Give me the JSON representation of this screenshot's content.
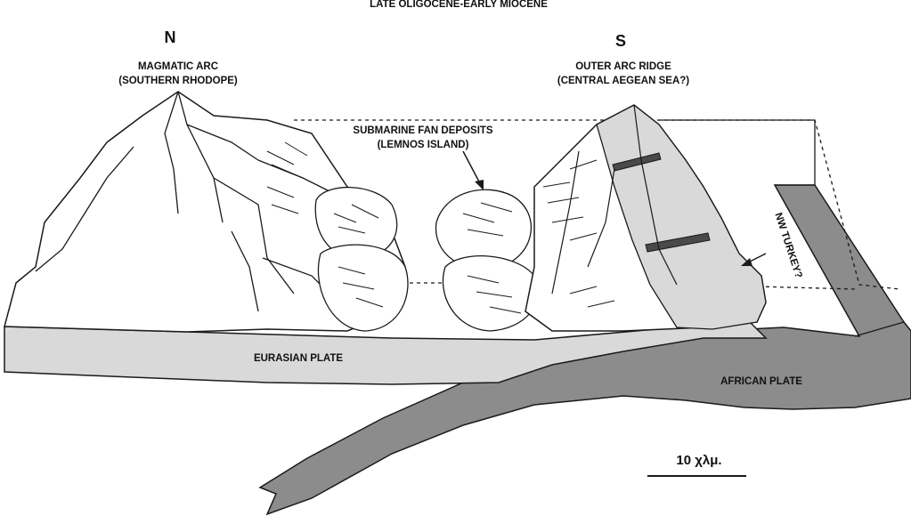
{
  "title": "LATE OLIGOCENE-EARLY MIOCENE",
  "directions": {
    "north": "N",
    "south": "S"
  },
  "labels": {
    "magmatic_arc_line1": "MAGMATIC ARC",
    "magmatic_arc_line2": "(SOUTHERN RHODOPE)",
    "outer_arc_line1": "OUTER ARC RIDGE",
    "outer_arc_line2": "(CENTRAL AEGEAN SEA?)",
    "fan_line1": "SUBMARINE FAN DEPOSITS",
    "fan_line2": "(LEMNOS ISLAND)",
    "nw_turkey": "NW TURKEY?",
    "eurasian_plate": "EURASIAN PLATE",
    "african_plate": "AFRICAN PLATE"
  },
  "scale_bar": {
    "label": "10 χλμ."
  },
  "colors": {
    "plate_light": "#d9d9d9",
    "plate_dark": "#8c8c8c",
    "stroke": "#1a1a1a",
    "band": "#4a4a4a"
  }
}
